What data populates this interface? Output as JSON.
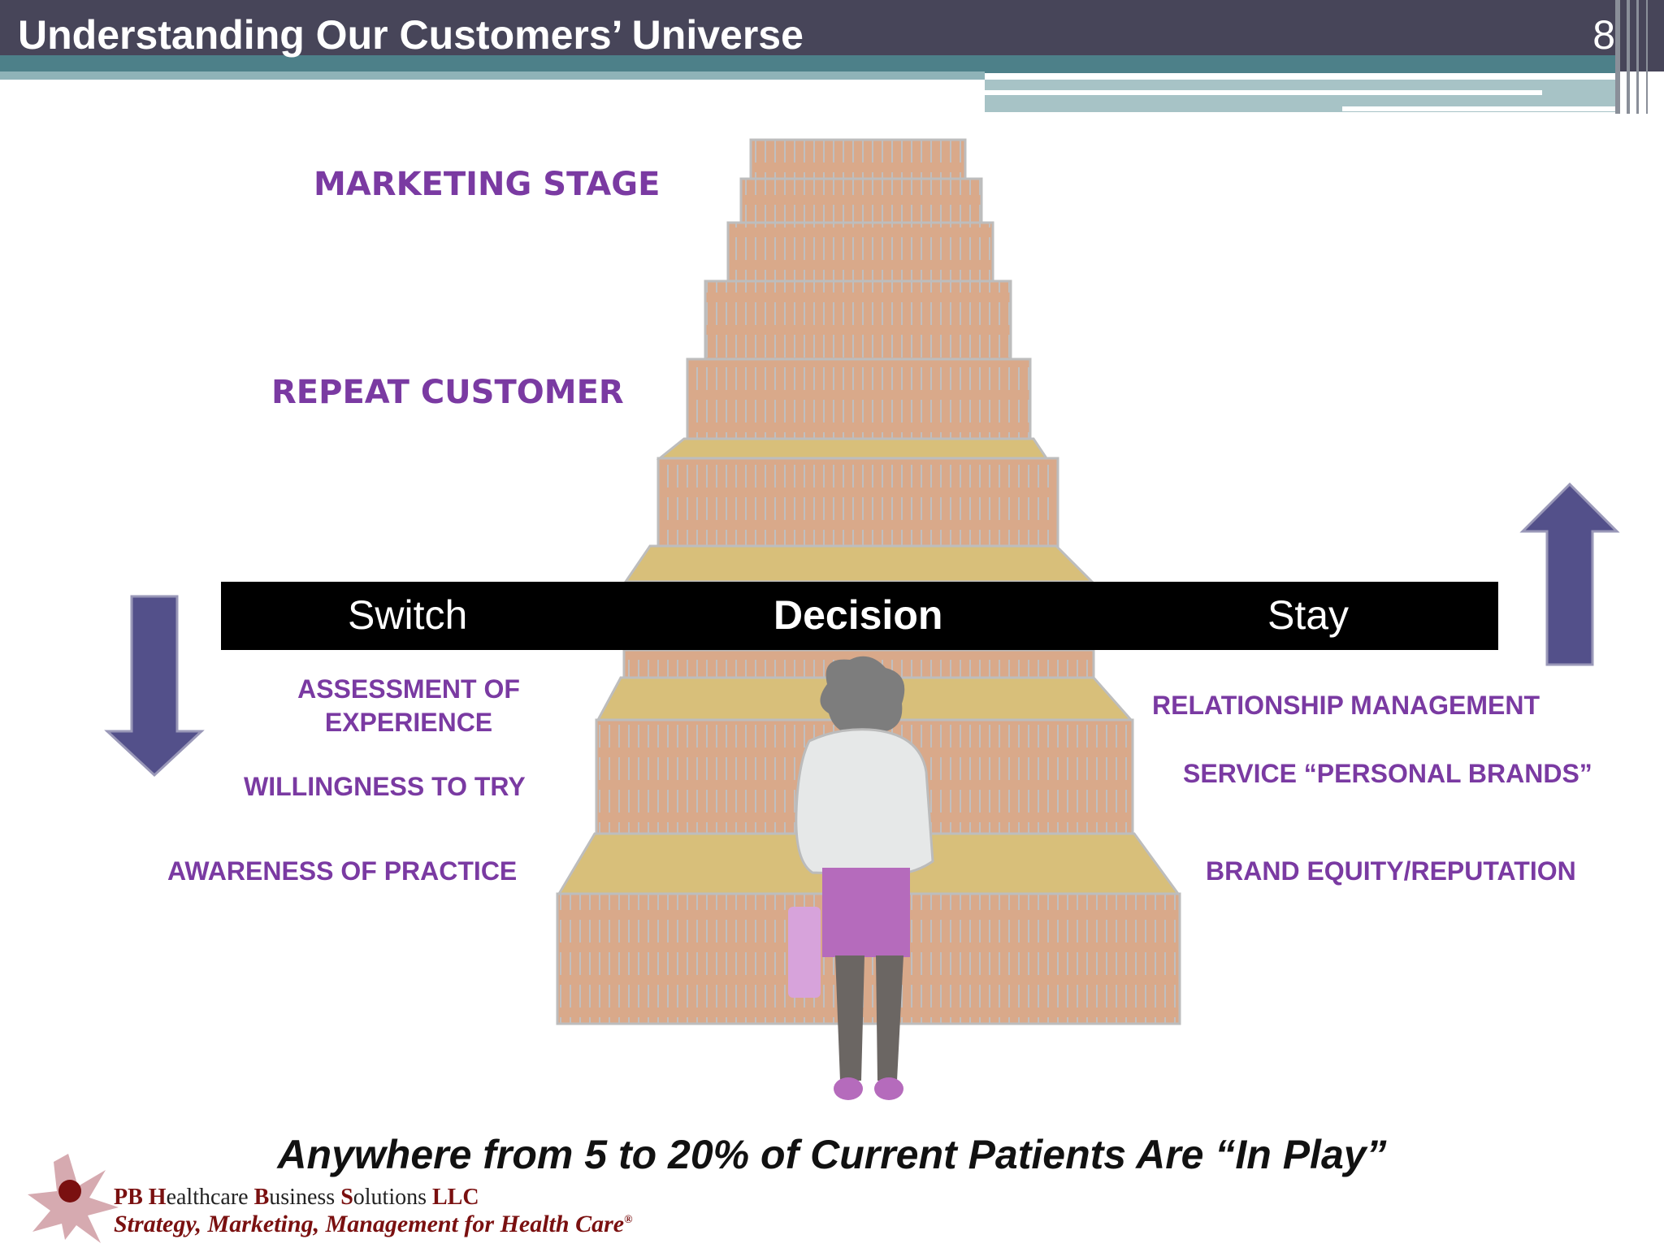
{
  "header": {
    "title": "Understanding Our Customers’ Universe",
    "slide_number": "8"
  },
  "stages": {
    "top": "MARKETING STAGE",
    "middle": "REPEAT CUSTOMER"
  },
  "decision_bar": {
    "left": "Switch",
    "center": "Decision",
    "right": "Stay"
  },
  "switch_factors": {
    "assessment_line1": "ASSESSMENT OF",
    "assessment_line2": "EXPERIENCE",
    "willingness": "WILLINGNESS TO TRY",
    "awareness": "AWARENESS OF PRACTICE"
  },
  "stay_factors": {
    "relationship": "RELATIONSHIP MANAGEMENT",
    "service": "SERVICE “PERSONAL BRANDS”",
    "brand": "BRAND  EQUITY/REPUTATION"
  },
  "tagline": "Anywhere from 5 to 20% of Current Patients Are “In Play”",
  "footer": {
    "company_pb": "PB",
    "company_h": "H",
    "company_ealthcare": "ealthcare ",
    "company_b": "B",
    "company_usiness": "usiness ",
    "company_s": "S",
    "company_olutions": "olutions ",
    "company_llc": "LLC",
    "slogan": "Strategy, Marketing, Management for Health Care",
    "registered": "®"
  },
  "colors": {
    "header": "#474559",
    "accent_purple": "#7a3aa2",
    "arrow": "#53508a",
    "stairs": "#d9a98a",
    "tread": "#d8bf7a"
  }
}
